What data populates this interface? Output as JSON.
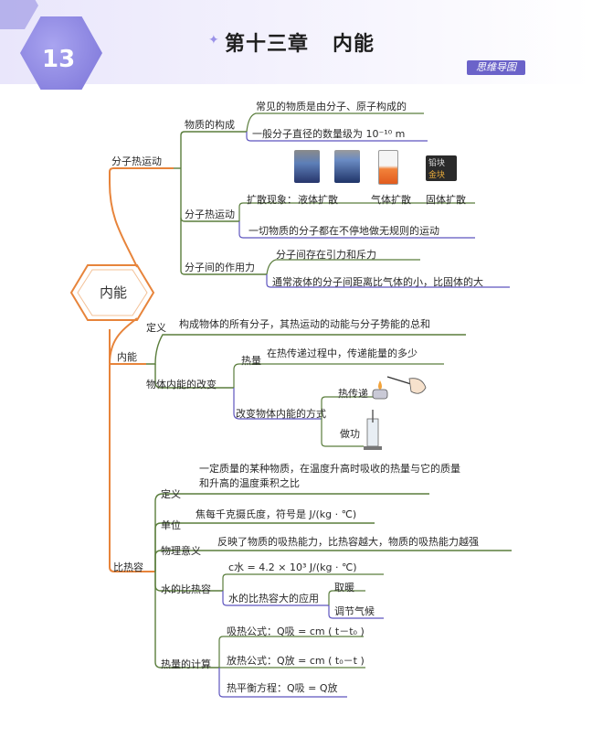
{
  "header": {
    "chapter_number": "13",
    "title": "第十三章   内能",
    "badge": "思维导图"
  },
  "root": "内能",
  "branch1": {
    "label": "分子热运动",
    "structure": {
      "label": "物质的构成",
      "items": [
        "常见的物质是由分子、原子构成的",
        "一般分子直径的数量级为 10⁻¹⁰ m"
      ]
    },
    "motion": {
      "label": "分子热运动",
      "diffusion_prefix": "扩散现象：",
      "diffusion_types": [
        "液体扩散",
        "气体扩散",
        "固体扩散"
      ],
      "item": "一切物质的分子都在不停地做无规则的运动",
      "images": [
        "liquid-diffusion-beaker",
        "liquid-diffusion-beaker",
        "gas-diffusion-flask",
        "solid-diffusion-blocks"
      ],
      "block_labels": [
        "铅块",
        "金块"
      ]
    },
    "force": {
      "label": "分子间的作用力",
      "items": [
        "分子间存在引力和斥力",
        "通常液体的分子间距离比气体的小，比固体的大"
      ]
    }
  },
  "branch2": {
    "label": "内能",
    "definition": {
      "label": "定义",
      "text": "构成物体的所有分子，其热运动的动能与分子势能的总和"
    },
    "change": {
      "label": "物体内能的改变",
      "heat_label": "热量",
      "heat_text": "在热传递过程中，传递能量的多少",
      "methods_label": "改变物体内能的方式",
      "methods": [
        "热传递",
        "做功"
      ]
    }
  },
  "branch3": {
    "label": "比热容",
    "definition": {
      "label": "定义",
      "lines": [
        "一定质量的某种物质，在温度升高时吸收的热量与它的质量",
        "和升高的温度乘积之比"
      ]
    },
    "unit": {
      "label": "单位",
      "text": "焦每千克摄氏度，符号是 J/(kg · ℃)"
    },
    "meaning": {
      "label": "物理意义",
      "text": "反映了物质的吸热能力，比热容越大，物质的吸热能力越强"
    },
    "water": {
      "label": "水的比热容",
      "value": "c水 = 4.2 × 10³  J/(kg · ℃)",
      "application": "水的比热容大的应用",
      "uses": [
        "取暖",
        "调节气候"
      ]
    },
    "calc": {
      "label": "热量的计算",
      "formulas": [
        "吸热公式：Q吸 = cm ( t－t₀ )",
        "放热公式：Q放 = cm ( t₀－t )",
        "热平衡方程：Q吸 = Q放"
      ]
    }
  },
  "colors": {
    "orange": "#e7843b",
    "green": "#5a7d3c",
    "purple": "#5e55bf",
    "header": "#ece9fb"
  }
}
